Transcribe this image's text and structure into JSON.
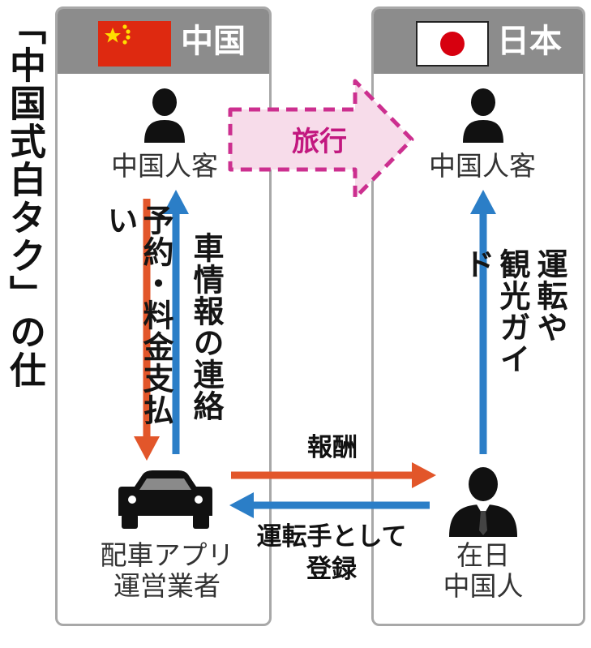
{
  "title": "「中国式白タク」の仕組み",
  "panels": {
    "china": {
      "name": "中国"
    },
    "japan": {
      "name": "日本"
    }
  },
  "nodes": {
    "china_customer": "中国人客",
    "japan_customer": "中国人客",
    "app_operator_line1": "配車アプリ",
    "app_operator_line2": "運営業者",
    "resident_line1": "在日",
    "resident_line2": "中国人"
  },
  "flows": {
    "travel": "旅行",
    "booking": "予約・料金支払い",
    "car_info": "車情報の連絡",
    "guide_line1": "運転や",
    "guide_line2": "観光ガイド",
    "reward": "報酬",
    "register_line1": "運転手として",
    "register_line2": "登録"
  },
  "colors": {
    "panel_border": "#a8a8a8",
    "panel_header": "#8c8c8c",
    "travel_arrow": "#cc2f8f",
    "orange_arrow": "#e2562a",
    "blue_arrow": "#2b7ec7"
  }
}
